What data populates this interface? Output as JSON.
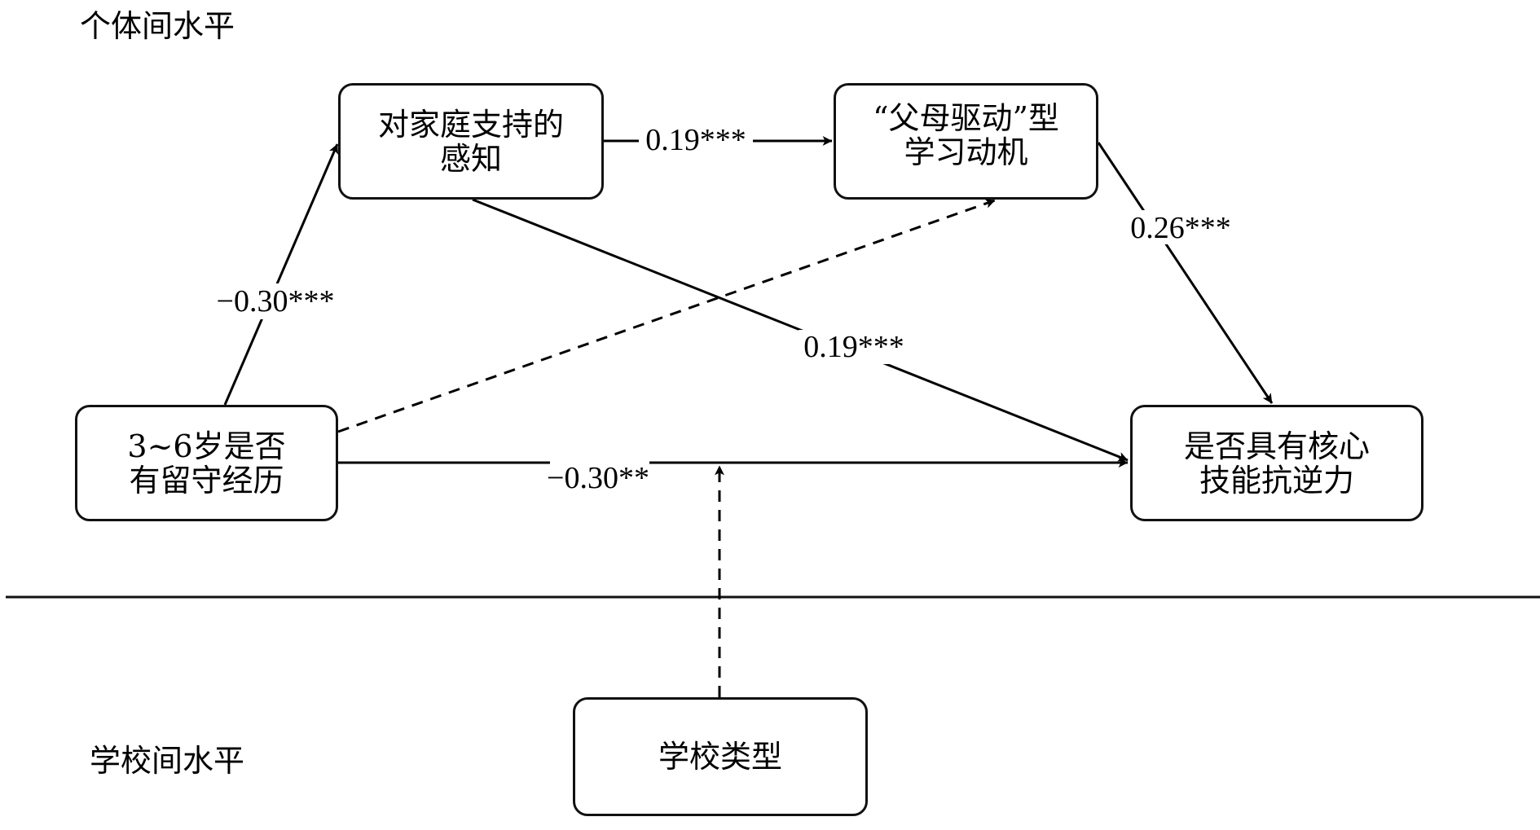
{
  "levels": {
    "individual": "个体间水平",
    "school": "学校间水平"
  },
  "nodes": {
    "left_behind": {
      "line1": "3~6岁是否",
      "line2": "有留守经历"
    },
    "family_support": {
      "line1": "对家庭支持的",
      "line2": "感知"
    },
    "parent_driven": {
      "line1": "“父母驱动”型",
      "line2": "学习动机"
    },
    "resilience": {
      "line1": "是否具有核心",
      "line2": "技能抗逆力"
    },
    "school_type": {
      "line1": "学校类型"
    }
  },
  "edges": [
    {
      "from": "left_behind",
      "to": "family_support",
      "label": "−0.30***",
      "style": "solid"
    },
    {
      "from": "family_support",
      "to": "parent_driven",
      "label": "0.19***",
      "style": "solid"
    },
    {
      "from": "parent_driven",
      "to": "resilience",
      "label": "0.26***",
      "style": "solid"
    },
    {
      "from": "family_support",
      "to": "resilience",
      "label": "0.19***",
      "style": "solid"
    },
    {
      "from": "left_behind",
      "to": "resilience",
      "label": "−0.30**",
      "style": "solid"
    },
    {
      "from": "left_behind",
      "to": "parent_driven",
      "label": "",
      "style": "dashed"
    },
    {
      "from": "school_type",
      "to": "left_behind-resilience path",
      "label": "",
      "style": "dashed"
    }
  ]
}
